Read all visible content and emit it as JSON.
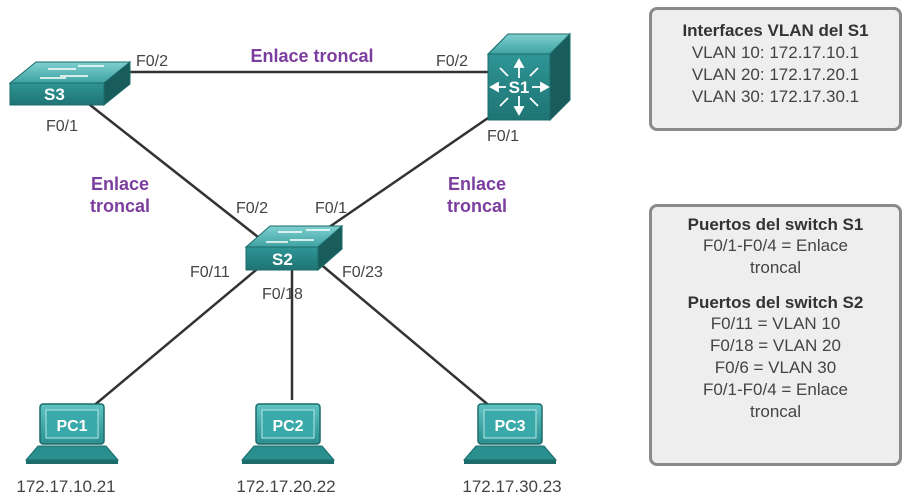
{
  "trunk_label": "Enlace troncal",
  "trunk_word1": "Enlace",
  "trunk_word2": "troncal",
  "switches": {
    "s1": {
      "label": "S1",
      "ports": [
        "F0/2",
        "F0/1"
      ]
    },
    "s2": {
      "label": "S2",
      "ports": [
        "F0/2",
        "F0/1",
        "F0/11",
        "F0/18",
        "F0/23"
      ]
    },
    "s3": {
      "label": "S3",
      "ports": [
        "F0/2",
        "F0/1"
      ]
    }
  },
  "pcs": [
    {
      "label": "PC1",
      "ip": "172.17.10.21"
    },
    {
      "label": "PC2",
      "ip": "172.17.20.22"
    },
    {
      "label": "PC3",
      "ip": "172.17.30.23"
    }
  ],
  "box_s1": {
    "title": "Interfaces VLAN del S1",
    "lines": [
      "VLAN 10: 172.17.10.1",
      "VLAN 20: 172.17.20.1",
      "VLAN 30: 172.17.30.1"
    ]
  },
  "box_ports": {
    "s1_title": "Puertos del switch S1",
    "s1_lines": [
      "F0/1-F0/4 = Enlace",
      "troncal"
    ],
    "s2_title": "Puertos del switch S2",
    "s2_lines": [
      "F0/11 = VLAN 10",
      "F0/18 = VLAN 20",
      "F0/6 = VLAN 30",
      "F0/1-F0/4 = Enlace",
      "troncal"
    ]
  },
  "colors": {
    "trunk_text": "#7b3d9e",
    "switch_teal": "#2c8f8f",
    "switch_dark": "#1d6b6b",
    "pc_teal": "#2a9a9a"
  }
}
